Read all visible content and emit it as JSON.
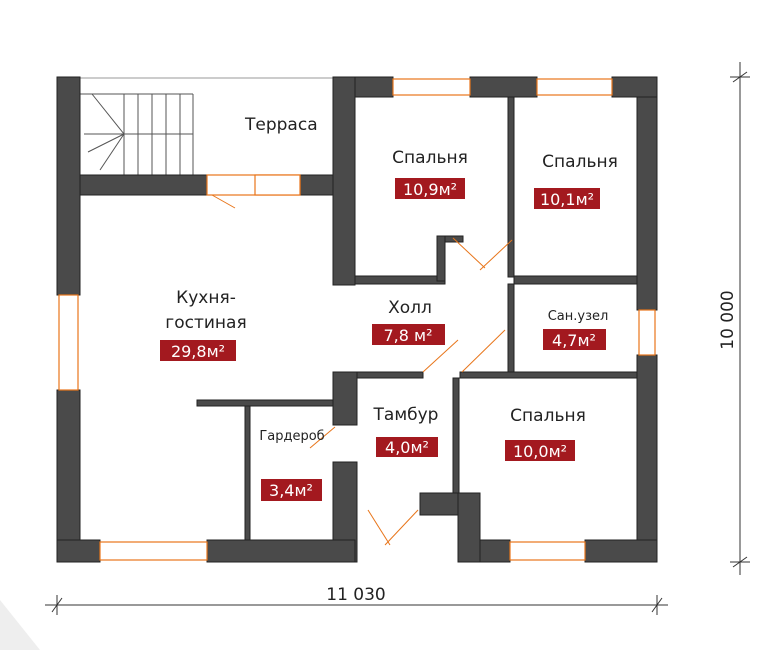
{
  "plan": {
    "rooms": [
      {
        "name": "Терраса",
        "area": null
      },
      {
        "name": "Кухня-",
        "name2": "гостиная",
        "area": "29,8м²"
      },
      {
        "name": "Спальня",
        "area": "10,9м²"
      },
      {
        "name": "Спальня",
        "area": "10,1м²"
      },
      {
        "name": "Холл",
        "area": "7,8 м²"
      },
      {
        "name": "Сан.узел",
        "area": "4,7м²"
      },
      {
        "name": "Тамбур",
        "area": "4,0м²"
      },
      {
        "name": "Спальня",
        "area": "10,0м²"
      },
      {
        "name": "Гардероб",
        "area": "3,4м²"
      }
    ],
    "dimensions": {
      "width": "11 030",
      "height": "10 000"
    },
    "colors": {
      "wall": "#4a4a4a",
      "window": "#e8751a",
      "area_badge": "#a3191f"
    }
  }
}
